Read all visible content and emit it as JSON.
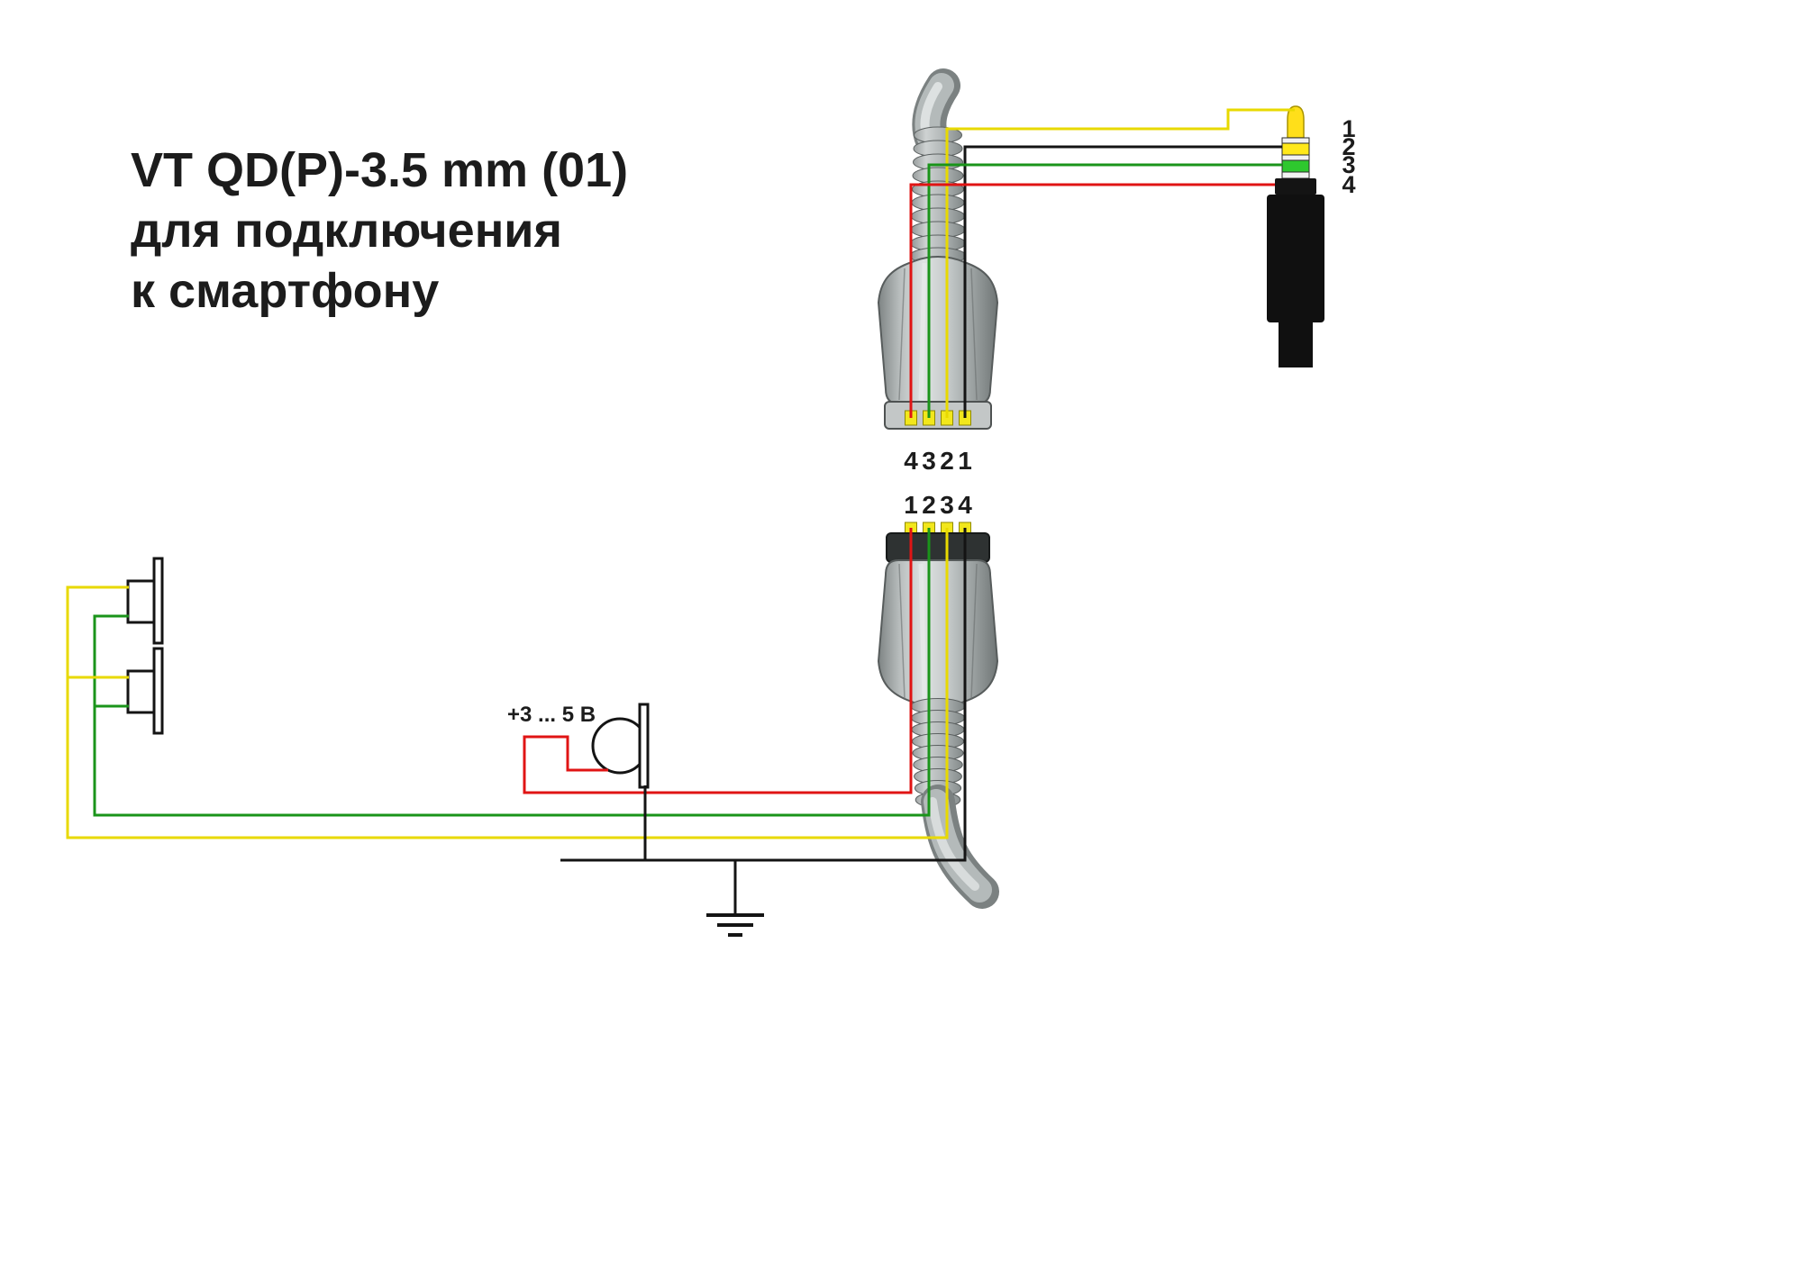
{
  "title": {
    "lines": [
      "VT QD(P)-3.5 mm (01)",
      "для подключения",
      "к смартфону"
    ]
  },
  "qd_top": {
    "pin_labels": [
      "4",
      "3",
      "2",
      "1"
    ]
  },
  "qd_bottom": {
    "pin_labels": [
      "1",
      "2",
      "3",
      "4"
    ]
  },
  "jack": {
    "pin_labels": [
      "1",
      "2",
      "3",
      "4"
    ]
  },
  "mic": {
    "voltage_label": "+3 ... 5 В"
  },
  "wire_colors": {
    "yellow": "#e8d900",
    "green": "#1a941a",
    "red": "#e01414",
    "black": "#141414"
  },
  "jack_colors": {
    "tip": "#ffdf1a",
    "ring2": "#ffe81a",
    "ring3": "#2ec82e",
    "body": "#101010"
  },
  "pin_color": "#f2e71c"
}
